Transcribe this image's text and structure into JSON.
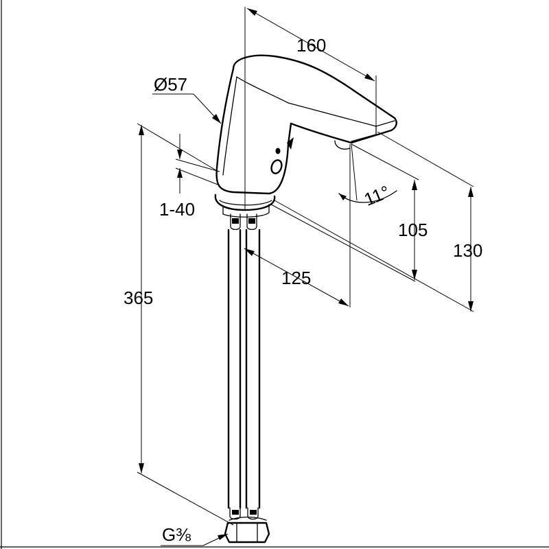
{
  "dimensions": {
    "width_160": "160",
    "diameter": "Ø57",
    "range": "1-40",
    "angle": "11°",
    "height_105": "105",
    "height_130": "130",
    "height_365": "365",
    "depth_125": "125",
    "thread": "G⅜"
  }
}
